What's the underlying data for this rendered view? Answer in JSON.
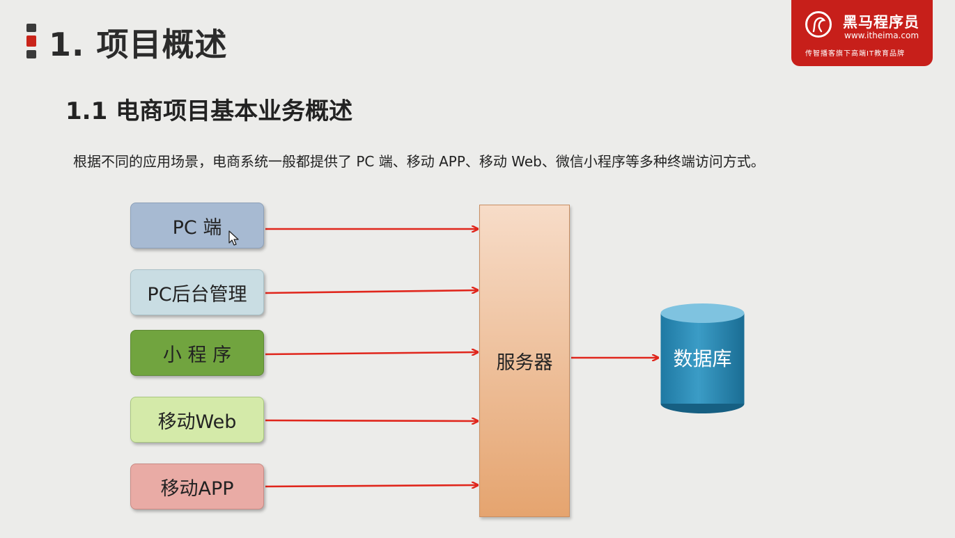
{
  "header": {
    "title": "1. 项目概述",
    "subtitle": "1.1 电商项目基本业务概述",
    "description": "根据不同的应用场景，电商系统一般都提供了 PC 端、移动 APP、移动 Web、微信小程序等多种终端访问方式。"
  },
  "logo": {
    "name": "黑马程序员",
    "url": "www.itheima.com",
    "tagline": "传智播客旗下高端IT教育品牌",
    "color": "#c71f1a"
  },
  "diagram": {
    "clients": [
      {
        "label": "PC 端",
        "color": "#a7bad2"
      },
      {
        "label": "PC后台管理",
        "color": "#c9dde3"
      },
      {
        "label": "小 程 序",
        "color": "#71a43f"
      },
      {
        "label": "移动Web",
        "color": "#d4eaa9"
      },
      {
        "label": "移动APP",
        "color": "#e9aba5"
      }
    ],
    "server": {
      "label": "服务器"
    },
    "database": {
      "label": "数据库",
      "color": "#2a8ab3"
    },
    "arrow_color": "#e0261c"
  }
}
